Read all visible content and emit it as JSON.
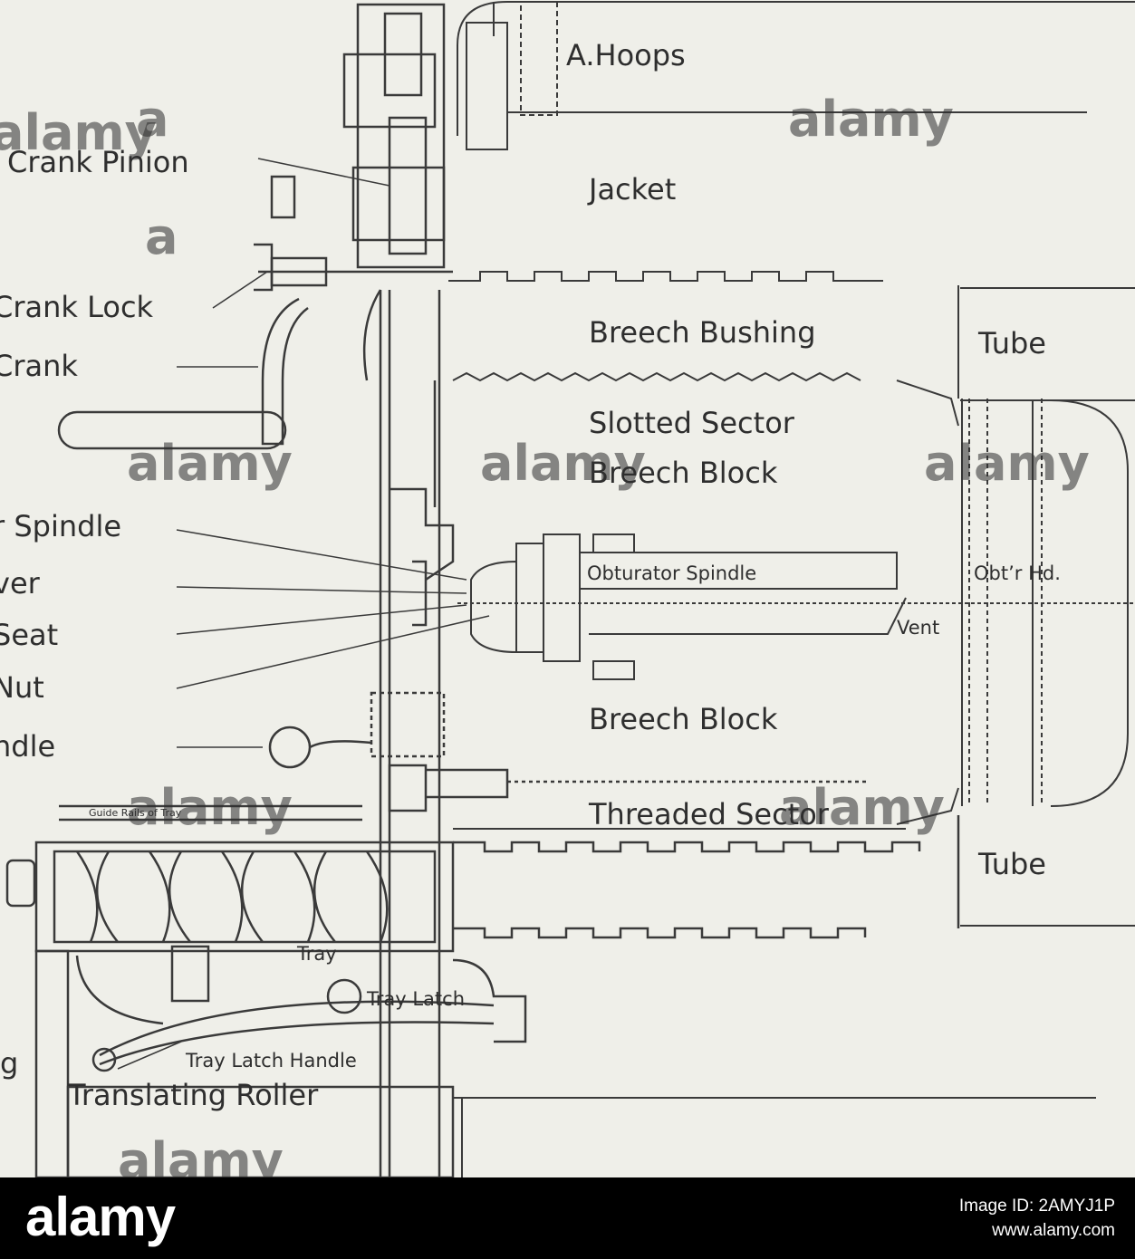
{
  "diagram": {
    "labels": {
      "a_hoops": "A.Hoops",
      "jacket": "Jacket",
      "crank_pinion": "Crank Pinion",
      "crank_lock": "Crank Lock",
      "crank": "Crank",
      "breech_bushing": "Breech Bushing",
      "tube_top": "Tube",
      "tube_bottom": "Tube",
      "slotted_sector_1": "Slotted Sector",
      "slotted_sector_2": "Breech Block",
      "spindle": "r Spindle",
      "lever": "ver",
      "seat": "Seat",
      "nut": "Nut",
      "handle": "ndle",
      "obturator_spindle": "Obturator Spindle",
      "obturator_head": "Obt’r Hd.",
      "vent": "Vent",
      "breech_block": "Breech Block",
      "guide_rails": "Guide Rails of Tray",
      "threaded_sector": "Threaded Sector",
      "tray": "Tray",
      "tray_latch": "Tray Latch",
      "tray_latch_handle": "Tray Latch Handle",
      "translating_roller": "Translating Roller",
      "cut_g": "g"
    }
  },
  "watermarks": [
    "alamy",
    "a",
    "alamy",
    "a",
    "alamy",
    "alamy",
    "alamy",
    "alamy",
    "alamy",
    "alamy"
  ],
  "footer": {
    "logo": "alamy",
    "image_id_line": "Image ID: 2AMYJ1P",
    "site": "www.alamy.com"
  }
}
